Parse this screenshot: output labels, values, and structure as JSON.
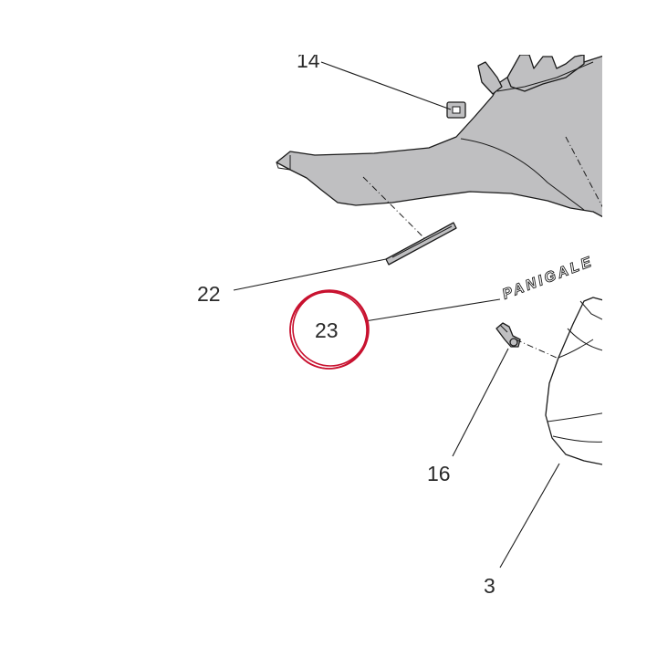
{
  "colors": {
    "part_fill": "#bfbfc1",
    "part_stroke": "#1a1a1a",
    "leader": "#1a1a1a",
    "highlight": "#c8102e",
    "background": "#ffffff"
  },
  "brand_text": "PANIGALE",
  "callouts": [
    {
      "id": "14",
      "label": "14",
      "highlighted": false
    },
    {
      "id": "22",
      "label": "22",
      "highlighted": false
    },
    {
      "id": "23",
      "label": "23",
      "highlighted": true
    },
    {
      "id": "16",
      "label": "16",
      "highlighted": false
    },
    {
      "id": "3",
      "label": "3",
      "highlighted": false
    }
  ]
}
